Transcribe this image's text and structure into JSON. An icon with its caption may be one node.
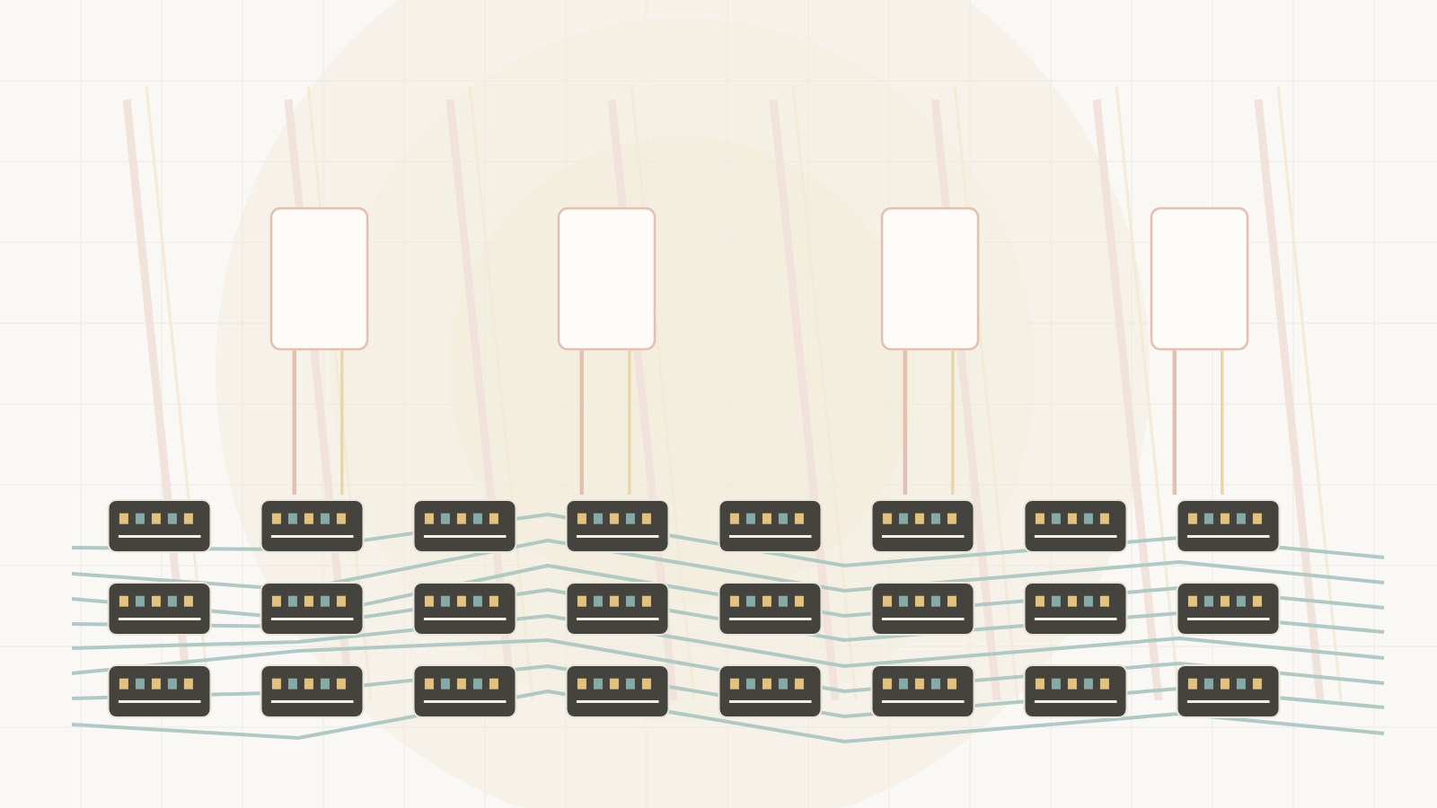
{
  "diagram": {
    "nodes": [
      {
        "text": [],
        "shape": "box"
      },
      {
        "text": [],
        "shape": "box"
      },
      {
        "text": [],
        "shape": "box"
      },
      {
        "text": [],
        "shape": "box"
      },
      {
        "text": [],
        "shape": "picture"
      },
      {
        "text": [],
        "shape": "picture"
      },
      {
        "text": [],
        "shape": "picture"
      },
      {
        "text": [],
        "shape": "picture"
      },
      {
        "text": [],
        "shape": "picture"
      },
      {
        "text": [],
        "shape": "picture"
      },
      {
        "text": [],
        "shape": "picture"
      },
      {
        "text": [],
        "shape": "picture"
      },
      {
        "text": [],
        "shape": "picture"
      },
      {
        "text": [],
        "shape": "picture"
      },
      {
        "text": [],
        "shape": "picture"
      },
      {
        "text": [],
        "shape": "picture"
      },
      {
        "text": [],
        "shape": "picture"
      },
      {
        "text": [],
        "shape": "picture"
      },
      {
        "text": [],
        "shape": "picture"
      },
      {
        "text": [],
        "shape": "picture"
      },
      {
        "text": [],
        "shape": "picture"
      },
      {
        "text": [],
        "shape": "picture"
      },
      {
        "text": [],
        "shape": "picture"
      },
      {
        "text": [],
        "shape": "picture"
      },
      {
        "text": [],
        "shape": "picture"
      },
      {
        "text": [],
        "shape": "picture"
      },
      {
        "text": [],
        "shape": "picture"
      },
      {
        "text": [],
        "shape": "picture"
      }
    ],
    "edges": [
      {
        "from": 0,
        "to": 5,
        "arrow": "none",
        "color": "#e5bfb0"
      },
      {
        "from": 0,
        "to": 5,
        "arrow": "none",
        "color": "#ecd6a8"
      },
      {
        "from": 1,
        "to": 7,
        "arrow": "none",
        "color": "#e5bfb0"
      },
      {
        "from": 1,
        "to": 7,
        "arrow": "none",
        "color": "#ecd6a8"
      },
      {
        "from": 2,
        "to": 9,
        "arrow": "none",
        "color": "#e5bfb0"
      },
      {
        "from": 2,
        "to": 9,
        "arrow": "none",
        "color": "#ecd6a8"
      },
      {
        "from": 3,
        "to": 11,
        "arrow": "none",
        "color": "#e5bfb0"
      },
      {
        "from": 3,
        "to": 11,
        "arrow": "none",
        "color": "#ecd6a8"
      }
    ]
  }
}
